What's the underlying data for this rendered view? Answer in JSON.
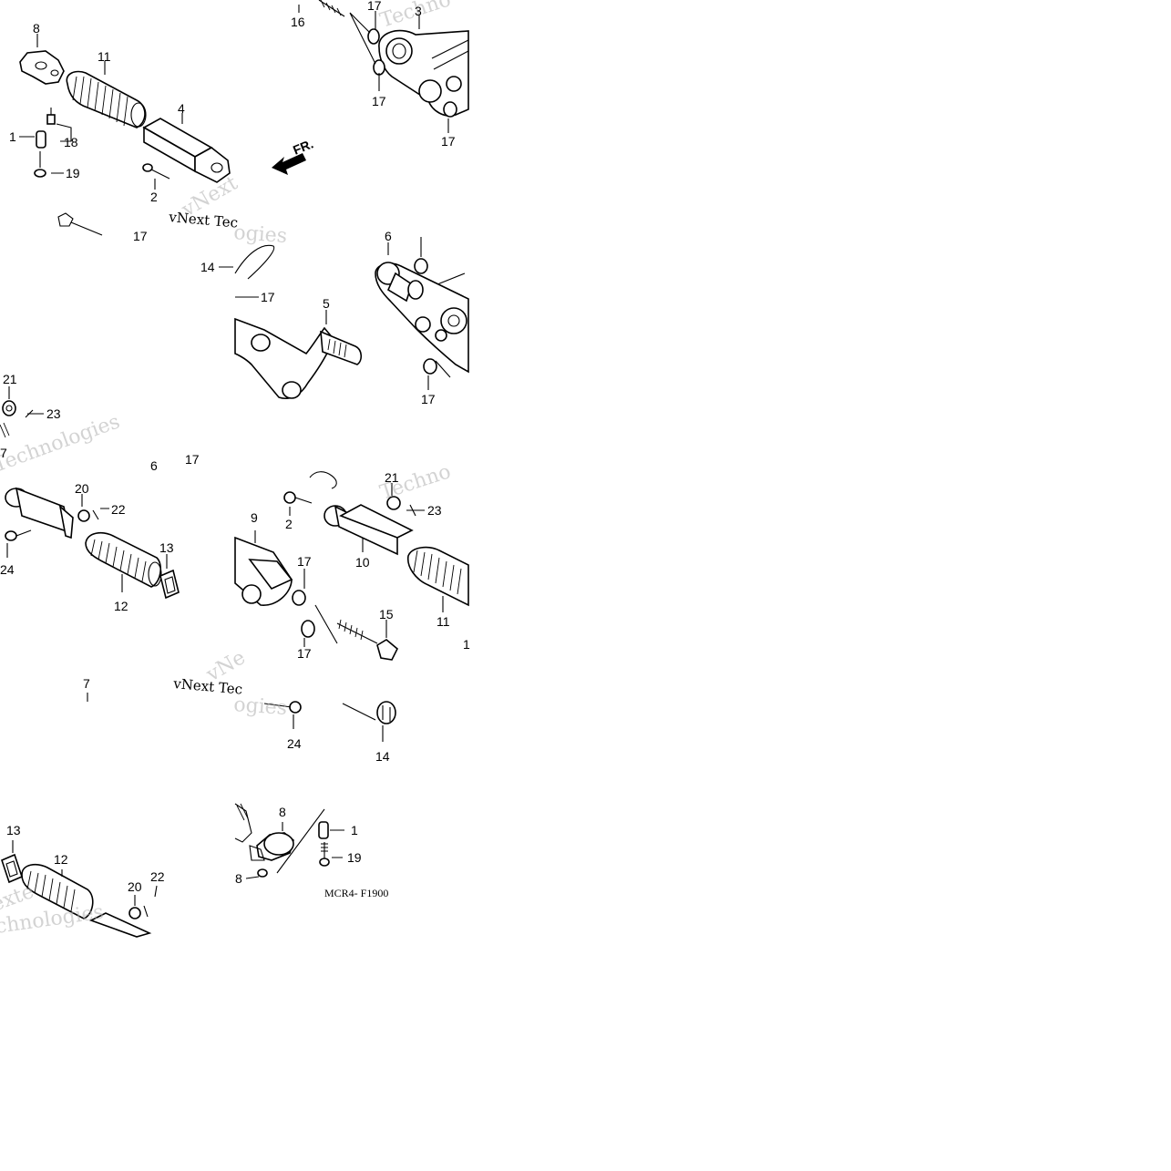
{
  "diagram": {
    "code": "MCR4- F1900",
    "direction_label": "FR.",
    "watermark_lines": [
      "vNext",
      "Technologies",
      "vNext Tec"
    ],
    "callouts": [
      {
        "id": "c8a",
        "text": "8"
      },
      {
        "id": "c11a",
        "text": "11"
      },
      {
        "id": "c4",
        "text": "4"
      },
      {
        "id": "c1a",
        "text": "1"
      },
      {
        "id": "c18a",
        "text": "18"
      },
      {
        "id": "c19a",
        "text": "19"
      },
      {
        "id": "c2a",
        "text": "2"
      },
      {
        "id": "c16",
        "text": "16"
      },
      {
        "id": "c17a",
        "text": "17"
      },
      {
        "id": "c3",
        "text": "3"
      },
      {
        "id": "c17b",
        "text": "17"
      },
      {
        "id": "c17c",
        "text": "17"
      },
      {
        "id": "c14a",
        "text": "14"
      },
      {
        "id": "c17d",
        "text": "17"
      },
      {
        "id": "c5",
        "text": "5"
      },
      {
        "id": "c6a",
        "text": "6"
      },
      {
        "id": "c17e",
        "text": "17"
      },
      {
        "id": "c21a",
        "text": "21"
      },
      {
        "id": "c23a",
        "text": "23"
      },
      {
        "id": "c7a",
        "text": "7"
      },
      {
        "id": "c6b",
        "text": "6"
      },
      {
        "id": "c17f",
        "text": "17"
      },
      {
        "id": "c20a",
        "text": "20"
      },
      {
        "id": "c22a",
        "text": "22"
      },
      {
        "id": "c13a",
        "text": "13"
      },
      {
        "id": "c24a",
        "text": "24"
      },
      {
        "id": "c12a",
        "text": "12"
      },
      {
        "id": "c21b",
        "text": "21"
      },
      {
        "id": "c23b",
        "text": "23"
      },
      {
        "id": "c2b",
        "text": "2"
      },
      {
        "id": "c9",
        "text": "9"
      },
      {
        "id": "c10",
        "text": "10"
      },
      {
        "id": "c17g",
        "text": "17"
      },
      {
        "id": "c15",
        "text": "15"
      },
      {
        "id": "c11b",
        "text": "11"
      },
      {
        "id": "c17h",
        "text": "17"
      },
      {
        "id": "c1b",
        "text": "1"
      },
      {
        "id": "c7b",
        "text": "7"
      },
      {
        "id": "c24b",
        "text": "24"
      },
      {
        "id": "c14b",
        "text": "14"
      },
      {
        "id": "c8b",
        "text": "8"
      },
      {
        "id": "c1c",
        "text": "1"
      },
      {
        "id": "c19b",
        "text": "19"
      },
      {
        "id": "c8c",
        "text": "8"
      },
      {
        "id": "c13b",
        "text": "13"
      },
      {
        "id": "c12b",
        "text": "12"
      },
      {
        "id": "c20b",
        "text": "20"
      },
      {
        "id": "c22b",
        "text": "22"
      },
      {
        "id": "c17i",
        "text": "17"
      }
    ]
  }
}
